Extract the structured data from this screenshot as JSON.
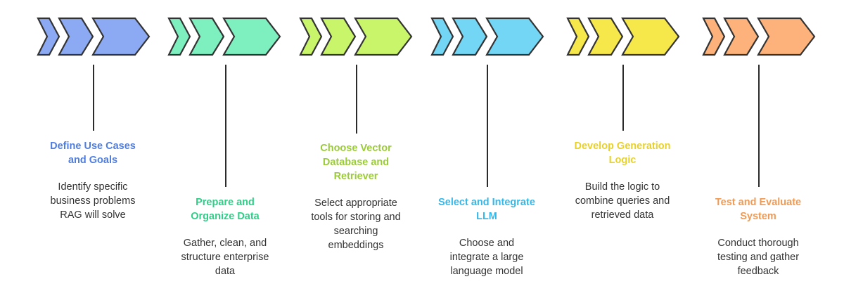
{
  "colors": {
    "outline": "#333333",
    "connector": "#2b2b2b",
    "text": "#333333"
  },
  "steps": [
    {
      "title": "Define Use Cases and Goals",
      "title_lines": [
        "Define Use Cases",
        "and Goals"
      ],
      "desc_lines": [
        "Identify specific",
        "business problems",
        "RAG will solve"
      ],
      "color": "#8caaf3",
      "title_color": "#4f7ee0"
    },
    {
      "title": "Prepare and Organize Data",
      "title_lines": [
        "Prepare and",
        "Organize Data"
      ],
      "desc_lines": [
        "Gather, clean, and",
        "structure enterprise",
        "data"
      ],
      "color": "#7ef0c0",
      "title_color": "#2fcf88"
    },
    {
      "title": "Choose Vector Database and Retriever",
      "title_lines": [
        "Choose Vector",
        "Database and",
        "Retriever"
      ],
      "desc_lines": [
        "Select appropriate",
        "tools for storing and",
        "searching",
        "embeddings"
      ],
      "color": "#c9f56a",
      "title_color": "#9bcb3a"
    },
    {
      "title": "Select and Integrate LLM",
      "title_lines": [
        "Select and Integrate",
        "LLM"
      ],
      "desc_lines": [
        "Choose and",
        "integrate a large",
        "language model"
      ],
      "color": "#74d6f5",
      "title_color": "#35b7e8"
    },
    {
      "title": "Develop Generation Logic",
      "title_lines": [
        "Develop Generation",
        "Logic"
      ],
      "desc_lines": [
        "Build the logic to",
        "combine queries and",
        "retrieved data"
      ],
      "color": "#f6e74b",
      "title_color": "#e8d22a"
    },
    {
      "title": "Test and Evaluate System",
      "title_lines": [
        "Test and Evaluate",
        "System"
      ],
      "desc_lines": [
        "Conduct thorough",
        "testing and gather",
        "feedback"
      ],
      "color": "#fcb27a",
      "title_color": "#ef9a55"
    }
  ]
}
